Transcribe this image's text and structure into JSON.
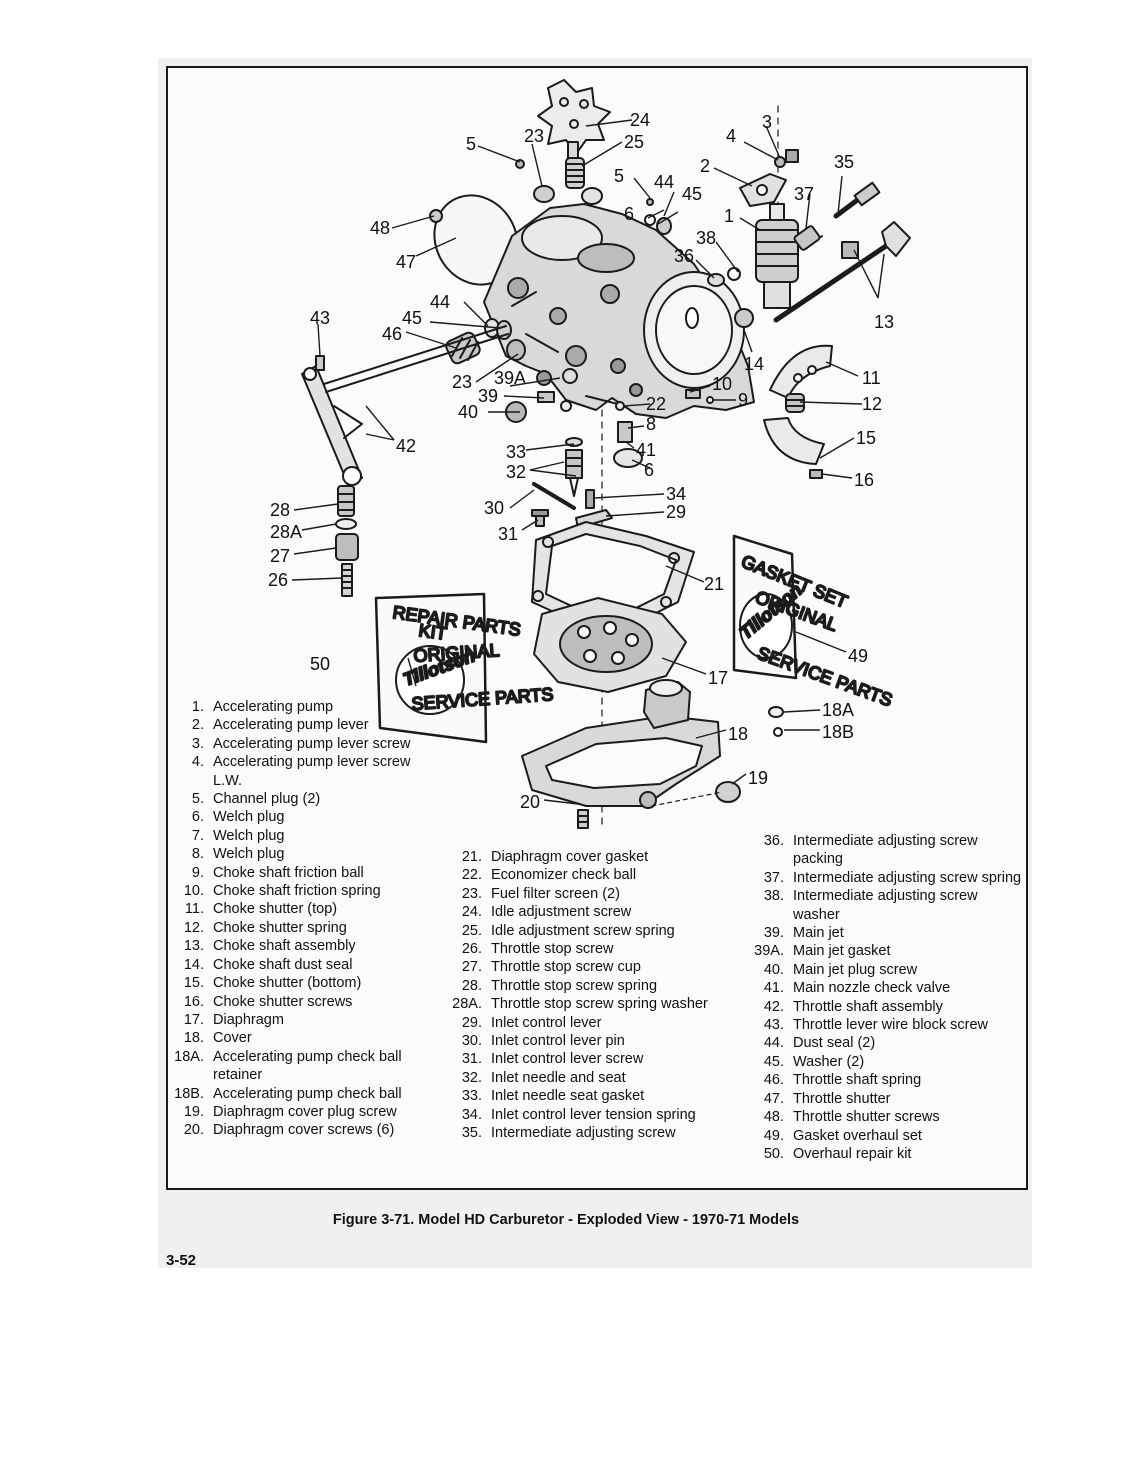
{
  "callouts": [
    "3",
    "4",
    "2",
    "35",
    "37",
    "5",
    "44",
    "45",
    "6",
    "1",
    "38",
    "36",
    "23",
    "24",
    "25",
    "5",
    "48",
    "47",
    "43",
    "46",
    "44",
    "45",
    "13",
    "14",
    "11",
    "23",
    "39A",
    "39",
    "10",
    "9",
    "40",
    "22",
    "12",
    "8",
    "15",
    "42",
    "33",
    "41",
    "32",
    "6",
    "16",
    "34",
    "29",
    "28",
    "30",
    "28A",
    "31",
    "27",
    "26",
    "21",
    "49",
    "50",
    "17",
    "18A",
    "18B",
    "18",
    "19",
    "20"
  ],
  "kit_cards": {
    "repair": {
      "title1": "REPAIR PARTS",
      "title2": "KIT",
      "logo": "Tillotson",
      "ring_top": "ORIGINAL",
      "ring_bottom": "SERVICE PARTS"
    },
    "gasket": {
      "title": "GASKET SET",
      "logo": "Tillotson",
      "ring_top": "ORIGINAL",
      "ring_bottom": "SERVICE PARTS"
    }
  },
  "legend": {
    "col1": [
      {
        "num": "1.",
        "text": "Accelerating pump"
      },
      {
        "num": "2.",
        "text": "Accelerating pump lever"
      },
      {
        "num": "3.",
        "text": "Accelerating pump lever screw"
      },
      {
        "num": "4.",
        "text": "Accelerating pump lever screw L.W."
      },
      {
        "num": "5.",
        "text": "Channel plug (2)"
      },
      {
        "num": "6.",
        "text": "Welch plug"
      },
      {
        "num": "7.",
        "text": "Welch plug"
      },
      {
        "num": "8.",
        "text": "Welch plug"
      },
      {
        "num": "9.",
        "text": "Choke shaft friction ball"
      },
      {
        "num": "10.",
        "text": "Choke shaft friction spring"
      },
      {
        "num": "11.",
        "text": "Choke shutter (top)"
      },
      {
        "num": "12.",
        "text": "Choke shutter spring"
      },
      {
        "num": "13.",
        "text": "Choke shaft assembly"
      },
      {
        "num": "14.",
        "text": "Choke shaft dust seal"
      },
      {
        "num": "15.",
        "text": "Choke shutter (bottom)"
      },
      {
        "num": "16.",
        "text": "Choke shutter screws"
      },
      {
        "num": "17.",
        "text": "Diaphragm"
      },
      {
        "num": "18.",
        "text": "Cover"
      },
      {
        "num": "18A.",
        "text": "Accelerating pump check ball retainer"
      },
      {
        "num": "18B.",
        "text": "Accelerating pump check ball"
      },
      {
        "num": "19.",
        "text": "Diaphragm cover plug screw"
      },
      {
        "num": "20.",
        "text": "Diaphragm cover screws (6)"
      }
    ],
    "col2": [
      {
        "num": "21.",
        "text": "Diaphragm cover gasket"
      },
      {
        "num": "22.",
        "text": "Economizer check ball"
      },
      {
        "num": "23.",
        "text": "Fuel filter screen (2)"
      },
      {
        "num": "24.",
        "text": "Idle adjustment screw"
      },
      {
        "num": "25.",
        "text": "Idle adjustment screw spring"
      },
      {
        "num": "26.",
        "text": "Throttle stop screw"
      },
      {
        "num": "27.",
        "text": "Throttle stop screw cup"
      },
      {
        "num": "28.",
        "text": "Throttle stop screw spring"
      },
      {
        "num": "28A.",
        "text": "Throttle stop screw spring washer"
      },
      {
        "num": "29.",
        "text": "Inlet control lever"
      },
      {
        "num": "30.",
        "text": "Inlet control lever pin"
      },
      {
        "num": "31.",
        "text": "Inlet control lever screw"
      },
      {
        "num": "32.",
        "text": "Inlet needle and seat"
      },
      {
        "num": "33.",
        "text": "Inlet needle seat gasket"
      },
      {
        "num": "34.",
        "text": "Inlet control lever tension spring"
      },
      {
        "num": "35.",
        "text": "Intermediate adjusting screw"
      }
    ],
    "col3": [
      {
        "num": "36.",
        "text": "Intermediate adjusting screw packing"
      },
      {
        "num": "37.",
        "text": "Intermediate adjusting screw spring"
      },
      {
        "num": "38.",
        "text": "Intermediate adjusting screw washer"
      },
      {
        "num": "39.",
        "text": "Main jet"
      },
      {
        "num": "39A.",
        "text": "Main jet gasket"
      },
      {
        "num": "40.",
        "text": "Main jet plug screw"
      },
      {
        "num": "41.",
        "text": "Main nozzle check valve"
      },
      {
        "num": "42.",
        "text": "Throttle shaft assembly"
      },
      {
        "num": "43.",
        "text": "Throttle lever wire block screw"
      },
      {
        "num": "44.",
        "text": "Dust seal (2)"
      },
      {
        "num": "45.",
        "text": "Washer (2)"
      },
      {
        "num": "46.",
        "text": "Throttle shaft spring"
      },
      {
        "num": "47.",
        "text": "Throttle shutter"
      },
      {
        "num": "48.",
        "text": "Throttle shutter screws"
      },
      {
        "num": "49.",
        "text": "Gasket overhaul set"
      },
      {
        "num": "50.",
        "text": "Overhaul repair kit"
      }
    ]
  },
  "caption": "Figure 3-71. Model HD Carburetor - Exploded View - 1970-71 Models",
  "page_number": "3-52"
}
